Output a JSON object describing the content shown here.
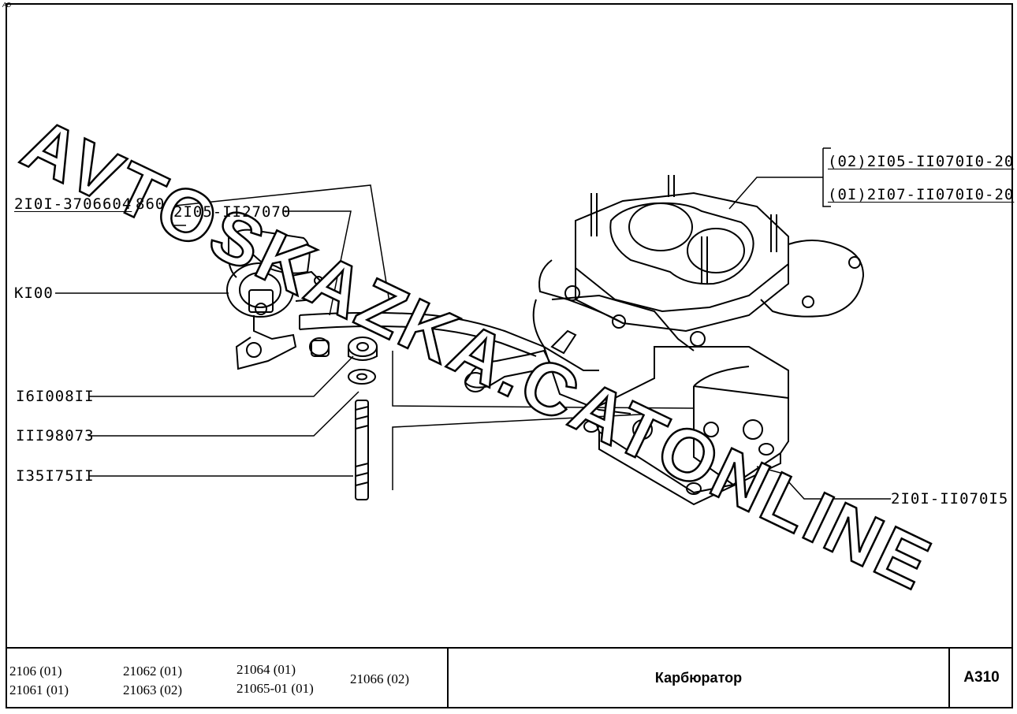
{
  "sheet": {
    "corner_mark": "AD",
    "watermark": "AVTOSKAZKA.CATONLINE"
  },
  "callouts": {
    "hose": "2I0I-3706604",
    "hose_len": "860",
    "clamp": "2I05-II27070",
    "valve": "KI00",
    "nut": "I6I008II",
    "washer": "III98073",
    "stud": "I35I75II",
    "carb_02": "(02)2I05-II070I0-20",
    "carb_01": "(0I)2I07-II070I0-20",
    "gasket": "2I0I-II070I5"
  },
  "footer": {
    "models": [
      {
        "id": "m1",
        "text": "2106 (01)"
      },
      {
        "id": "m2",
        "text": "21061 (01)"
      },
      {
        "id": "m3",
        "text": "21062 (01)"
      },
      {
        "id": "m4",
        "text": "21063 (02)"
      },
      {
        "id": "m5",
        "text": "21064 (01)"
      },
      {
        "id": "m6",
        "text": "21065-01 (01)"
      },
      {
        "id": "m7",
        "text": "21066 (02)"
      }
    ],
    "title": "Карбюратор",
    "code": "A310"
  }
}
